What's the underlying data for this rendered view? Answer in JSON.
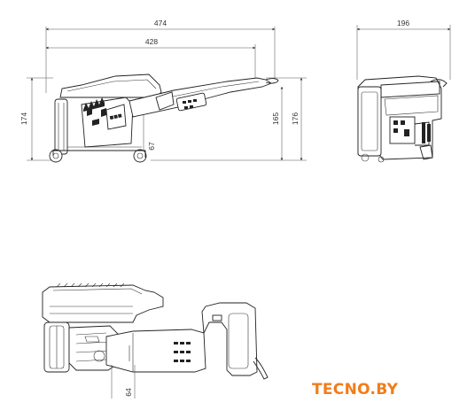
{
  "dimensions": {
    "overall_length": "474",
    "body_length": "428",
    "width": "196",
    "height_left": "174",
    "height_right_inner": "165",
    "height_right_outer": "176",
    "cut_depth": "67",
    "cut_depth_bottom": "64"
  },
  "watermark": {
    "text": "TECNO.BY",
    "color": "#f27c1a"
  }
}
